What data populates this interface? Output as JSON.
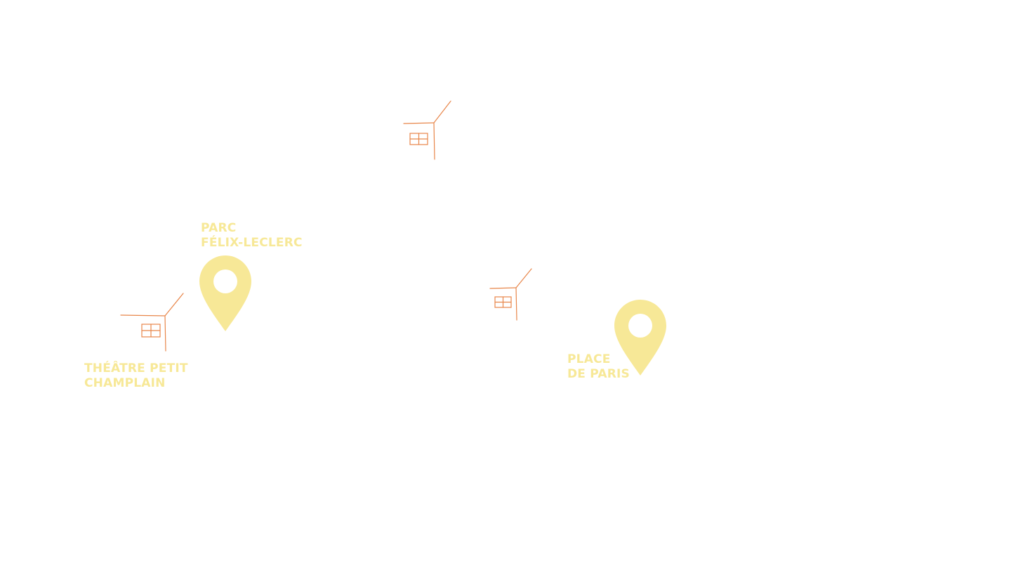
{
  "map": {
    "colors": {
      "background": "#ffffff",
      "pin": "#f7e897",
      "label": "#f7e897",
      "house_sketch": "#e8864a"
    },
    "markers": [
      {
        "id": "parc-felix-leclerc",
        "type": "pin",
        "icon": "map-pin-icon",
        "label_lines": [
          "PARC",
          "FÉLIX-LECLERC"
        ]
      },
      {
        "id": "place-de-paris",
        "type": "pin",
        "icon": "map-pin-icon",
        "label_lines": [
          "PLACE",
          "DE PARIS"
        ]
      },
      {
        "id": "theatre-petit-champlain",
        "type": "house",
        "icon": "house-sketch-icon",
        "label_lines": [
          "THÉÂTRE PETIT",
          "CHAMPLAIN"
        ]
      },
      {
        "id": "house-top",
        "type": "house",
        "icon": "house-sketch-icon"
      },
      {
        "id": "house-middle",
        "type": "house",
        "icon": "house-sketch-icon"
      }
    ]
  }
}
